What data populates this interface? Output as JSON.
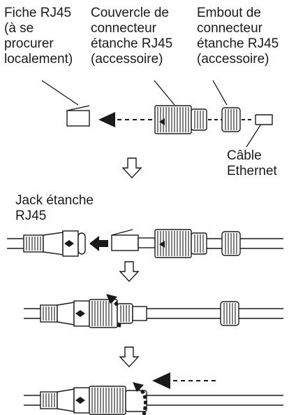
{
  "labels": {
    "rj45_plug": "Fiche RJ45\n(à se\nprocurer\nlocalement)",
    "connector_cover": "Couvercle de\nconnecteur\nétanche RJ45\n(accessoire)",
    "connector_cap": "Embout de\nconnecteur\nétanche RJ45\n(accessoire)",
    "ethernet_cable": "Câble\nEthernet",
    "waterproof_jack": "Jack étanche\nRJ45"
  }
}
